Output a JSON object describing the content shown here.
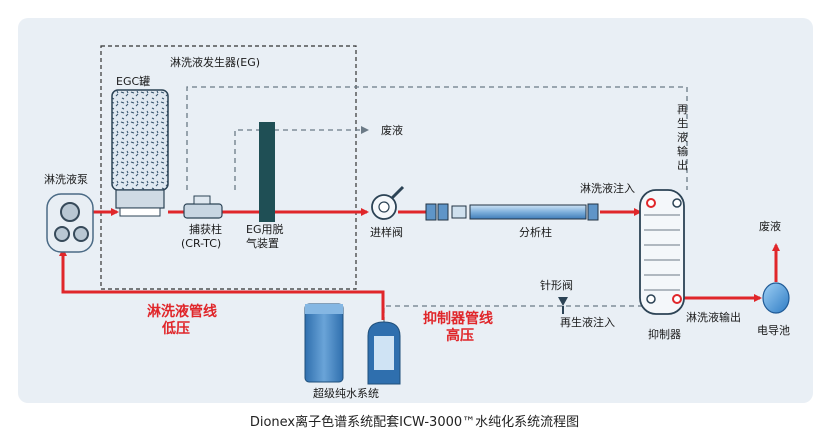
{
  "labels": {
    "eg_box": "淋洗液发生器(EG)",
    "egc": "EGC罐",
    "pump": "淋洗液泵",
    "trap_1": "捕获柱",
    "trap_2": "(CR-TC)",
    "degas_1": "EG用脱",
    "degas_2": "气装置",
    "waste_top": "废液",
    "regen_out": [
      "再",
      "生",
      "液",
      "输",
      "出"
    ],
    "injector": "进样阀",
    "column": "分析柱",
    "eluent_in": "淋洗液注入",
    "waste_right": "废液",
    "needle_valve": "针形阀",
    "regen_in": "再生液注入",
    "suppressor": "抑制器",
    "eluent_out": "淋洗液输出",
    "cell": "电导池",
    "water_system": "超级纯水系统",
    "low_line_1": "淋洗液管线",
    "low_line_2": "低压",
    "high_line_1": "抑制器管线",
    "high_line_2": "高压"
  },
  "caption": "Dionex离子色谱系统配套ICW-3000™水纯化系统流程图",
  "colors": {
    "flow_line": "#e0262a",
    "dashed_line": "#6b7a86",
    "component_blue": "#2b5f9e",
    "component_dark": "#1f4f55",
    "panel_bg": "#e9eff5"
  }
}
